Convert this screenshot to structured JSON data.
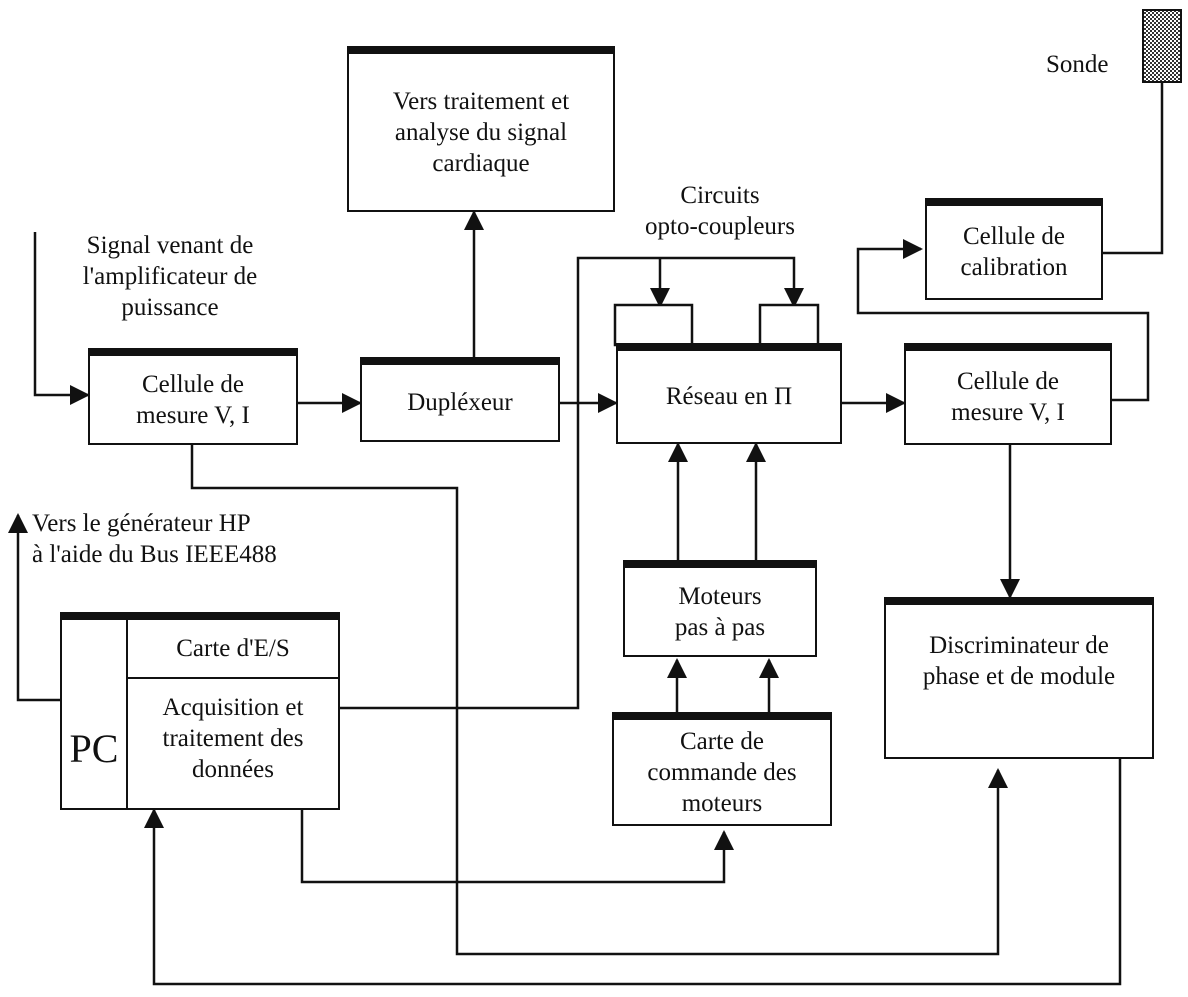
{
  "nodes": {
    "traitement": "Vers traitement et\nanalyse du signal\ncardiaque",
    "cellule_mesure_1": "Cellule de\nmesure V, I",
    "duplexeur": "Dupléxeur",
    "reseau": "Réseau en Π",
    "cellule_mesure_2": "Cellule de\nmesure V, I",
    "calibration": "Cellule de\ncalibration",
    "moteurs": "Moteurs\npas à pas",
    "carte_commande": "Carte de\ncommande des\nmoteurs",
    "discriminateur": "Discriminateur de\nphase et de module",
    "pc": "PC",
    "carte_es": "Carte d'E/S",
    "acquisition": "Acquisition et\ntraitement des\ndonnées"
  },
  "labels": {
    "sonde": "Sonde",
    "signal_in": "Signal venant de\nl'amplificateur de\npuissance",
    "opto": "Circuits\nopto-coupleurs",
    "generateur": "Vers le générateur HP\nà l'aide du Bus IEEE488"
  },
  "colors": {
    "line": "#111111",
    "probe": "#555555"
  }
}
